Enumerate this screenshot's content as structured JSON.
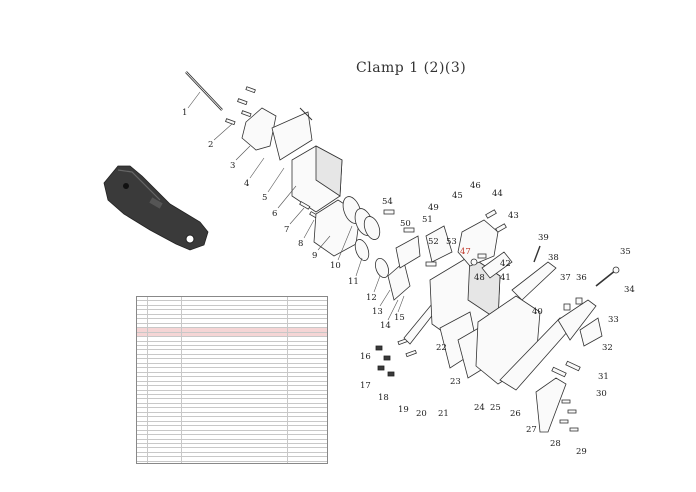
{
  "title": "Clamp 1 (2)(3)",
  "callouts": [
    "1",
    "2",
    "3",
    "4",
    "5",
    "6",
    "7",
    "8",
    "9",
    "10",
    "11",
    "12",
    "13",
    "14",
    "15",
    "16",
    "17",
    "18",
    "19",
    "20",
    "21",
    "22",
    "23",
    "24",
    "25",
    "26",
    "27",
    "28",
    "29",
    "30",
    "31",
    "32",
    "33",
    "34",
    "35",
    "36",
    "37",
    "38",
    "39",
    "40",
    "41",
    "42",
    "43",
    "44",
    "45",
    "46",
    "47",
    "48",
    "49",
    "50",
    "51",
    "52",
    "53",
    "54"
  ],
  "highlight_callout": "47",
  "highlight_color": "#c0392b",
  "bom_table": {
    "rows": 48,
    "highlight_rows": [
      7,
      8
    ]
  },
  "photo": {
    "name": "clamp-photo",
    "color": "#3a3a3a"
  }
}
